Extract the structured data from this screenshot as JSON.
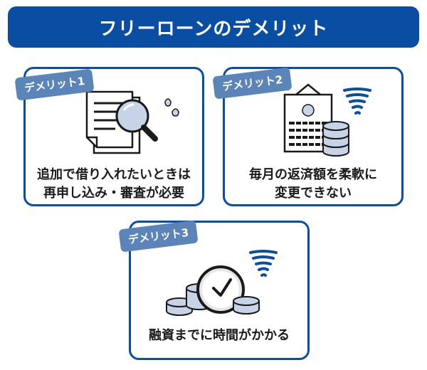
{
  "header": {
    "title": "フリーローンのデメリット"
  },
  "cards": [
    {
      "tag": "デメリット1",
      "lines": [
        "追加で借り入れたいときは",
        "再申し込み・審査が必要"
      ]
    },
    {
      "tag": "デメリット2",
      "lines": [
        "毎月の返済額を柔軟に",
        "変更できない"
      ]
    },
    {
      "tag": "デメリット3",
      "lines": [
        "融資までに時間がかかる"
      ]
    }
  ],
  "colors": {
    "brand": "#0a4ea3",
    "tag": "#5b84b9",
    "icon_fill": "#c7d3e6"
  },
  "icons": [
    "document-search-icon",
    "calendar-money-icon",
    "clock-money-icon"
  ]
}
